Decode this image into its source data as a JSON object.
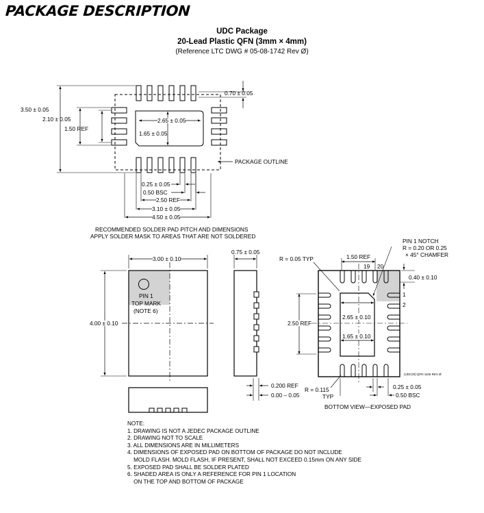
{
  "header": {
    "title": "PACKAGE DESCRIPTION"
  },
  "package": {
    "name": "UDC Package",
    "lead": "20-Lead Plastic QFN (3mm × 4mm)",
    "reference": "(Reference LTC DWG # 05-08-1742 Rev Ø)"
  },
  "pad_layout": {
    "dims": {
      "d_070": "0.70 ± 0.05",
      "d_350": "3.50 ± 0.05",
      "d_210": "2.10 ± 0.05",
      "d_150ref": "1.50 REF",
      "d_265": "2.65 ± 0.05",
      "d_165": "1.65 ± 0.05",
      "package_outline": "PACKAGE OUTLINE",
      "d_025": "0.25 ± 0.05",
      "d_050bsc": "0.50 BSC",
      "d_250ref": "2.50 REF",
      "d_310": "3.10 ± 0.05",
      "d_450": "4.50 ± 0.05"
    },
    "caption_line1": "RECOMMENDED SOLDER PAD PITCH AND DIMENSIONS",
    "caption_line2": "APPLY SOLDER MASK TO AREAS THAT ARE NOT SOLDERED"
  },
  "top_view": {
    "width_dim": "3.00 ± 0.10",
    "height_dim": "4.00 ± 0.10",
    "pin1_line1": "PIN 1",
    "pin1_line2": "TOP MARK",
    "pin1_line3": "(NOTE 6)"
  },
  "side_view": {
    "d_075": "0.75 ± 0.05",
    "d_0200ref": "0.200 REF",
    "d_000": "0.00 – 0.05"
  },
  "bottom_view": {
    "r005": "R = 0.05 TYP",
    "d_150ref": "1.50 REF",
    "pin19": "19",
    "pin20": "20",
    "notch1": "PIN 1 NOTCH",
    "notch2": "R = 0.20 OR 0.25",
    "notch3": "× 45° CHAMFER",
    "d_040": "0.40 ± 0.10",
    "pin1": "1",
    "pin2": "2",
    "d_250ref": "2.50 REF",
    "d_265": "2.65 ± 0.10",
    "d_165": "1.65 ± 0.10",
    "code": "(UDC20) QFN 1106 REV Ø",
    "r0115a": "R = 0.115",
    "r0115b": "TYP",
    "d_025": "0.25 ± 0.05",
    "d_050bsc": "0.50 BSC",
    "caption": "BOTTOM VIEW—EXPOSED PAD"
  },
  "notes": {
    "title": "NOTE:",
    "n1": "1. DRAWING IS NOT A JEDEC PACKAGE OUTLINE",
    "n2": "2. DRAWING NOT TO SCALE",
    "n3": "3. ALL DIMENSIONS ARE IN MILLIMETERS",
    "n4a": "4. DIMENSIONS OF EXPOSED PAD ON BOTTOM OF PACKAGE DO NOT INCLUDE",
    "n4b": "    MOLD FLASH. MOLD FLASH, IF PRESENT, SHALL NOT EXCEED 0.15mm ON ANY SIDE",
    "n5": "5. EXPOSED PAD SHALL BE SOLDER PLATED",
    "n6a": "6. SHADED AREA IS ONLY A REFERENCE FOR PIN 1 LOCATION",
    "n6b": "    ON THE TOP AND BOTTOM OF PACKAGE"
  }
}
